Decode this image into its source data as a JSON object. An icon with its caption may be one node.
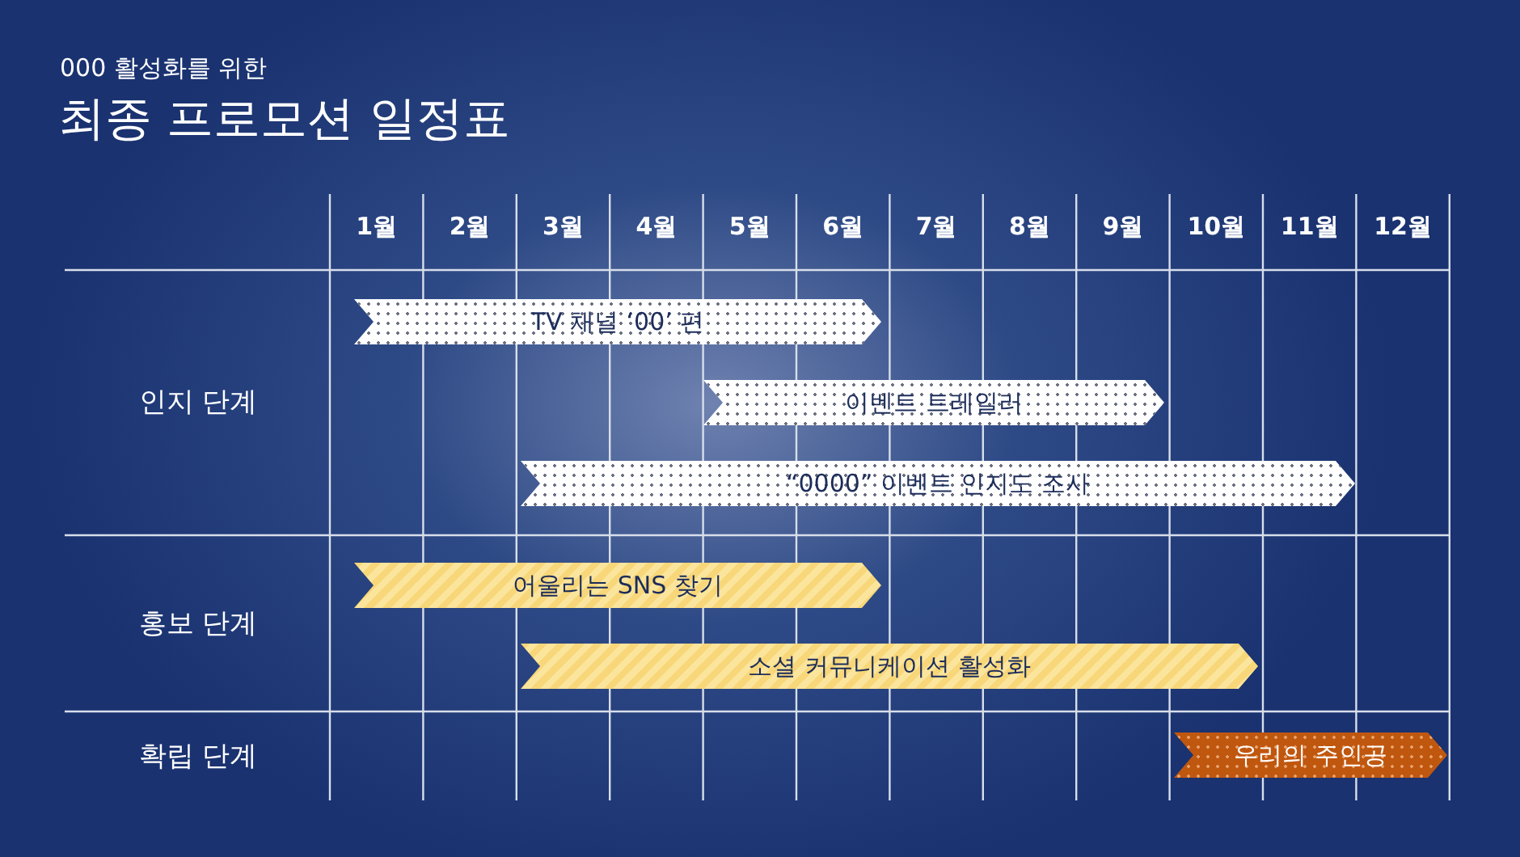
{
  "diagram": {
    "title": "최종 프로모션 일정표",
    "nodes": [
      {
        "text": [
          "TV 채널 ‘00’ 편"
        ]
      },
      {
        "text": [
          "이벤트 트레일러"
        ]
      },
      {
        "text": [
          "“0000” 이벤트 인지도 조사"
        ]
      },
      {
        "text": [
          "어울리는 SNS 찾기"
        ]
      },
      {
        "text": [
          "소셜 커뮤니케이션 활성화"
        ]
      },
      {
        "text": [
          "우리의 주인공"
        ]
      }
    ],
    "edges": [],
    "labels": [
      "000 활성화를 위한",
      "1월",
      "2월",
      "3월",
      "4월",
      "5월",
      "6월",
      "7월",
      "8월",
      "9월",
      "10월",
      "11월",
      "12월",
      "인지 단계",
      "홍보 단계",
      "확립 단계"
    ]
  }
}
